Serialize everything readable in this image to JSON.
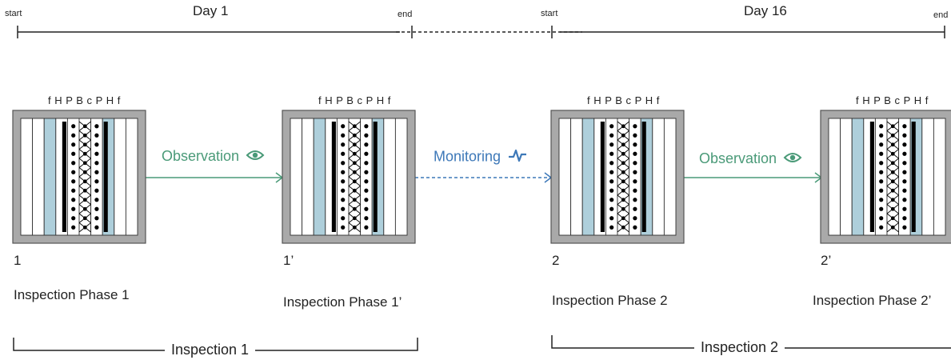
{
  "timeline": [
    {
      "start_label": "start",
      "end_label": "end",
      "day_label": "Day 1"
    },
    {
      "start_label": "start",
      "end_label": "end",
      "day_label": "Day 16"
    }
  ],
  "layer_letters": "f H P B c P  H f",
  "phases": [
    {
      "number": "1",
      "label": "Inspection Phase 1"
    },
    {
      "number": "1’",
      "label": "Inspection Phase 1’"
    },
    {
      "number": "2",
      "label": "Inspection Phase 2"
    },
    {
      "number": "2’",
      "label": "Inspection Phase 2’"
    }
  ],
  "arrows": [
    {
      "label": "Observation",
      "icon": "eye-icon",
      "color": "#4a9a78",
      "style": "solid"
    },
    {
      "label": "Monitoring",
      "icon": "pulse-icon",
      "color": "#3d78b8",
      "style": "dashed"
    },
    {
      "label": "Observation",
      "icon": "eye-icon",
      "color": "#4a9a78",
      "style": "solid"
    }
  ],
  "inspections": [
    {
      "label": "Inspection 1"
    },
    {
      "label": "Inspection 2"
    }
  ],
  "colors": {
    "frame": "#a9a9a9",
    "blue_layer": "#aecfdb",
    "green": "#4a9a78",
    "blue": "#3d78b8"
  }
}
